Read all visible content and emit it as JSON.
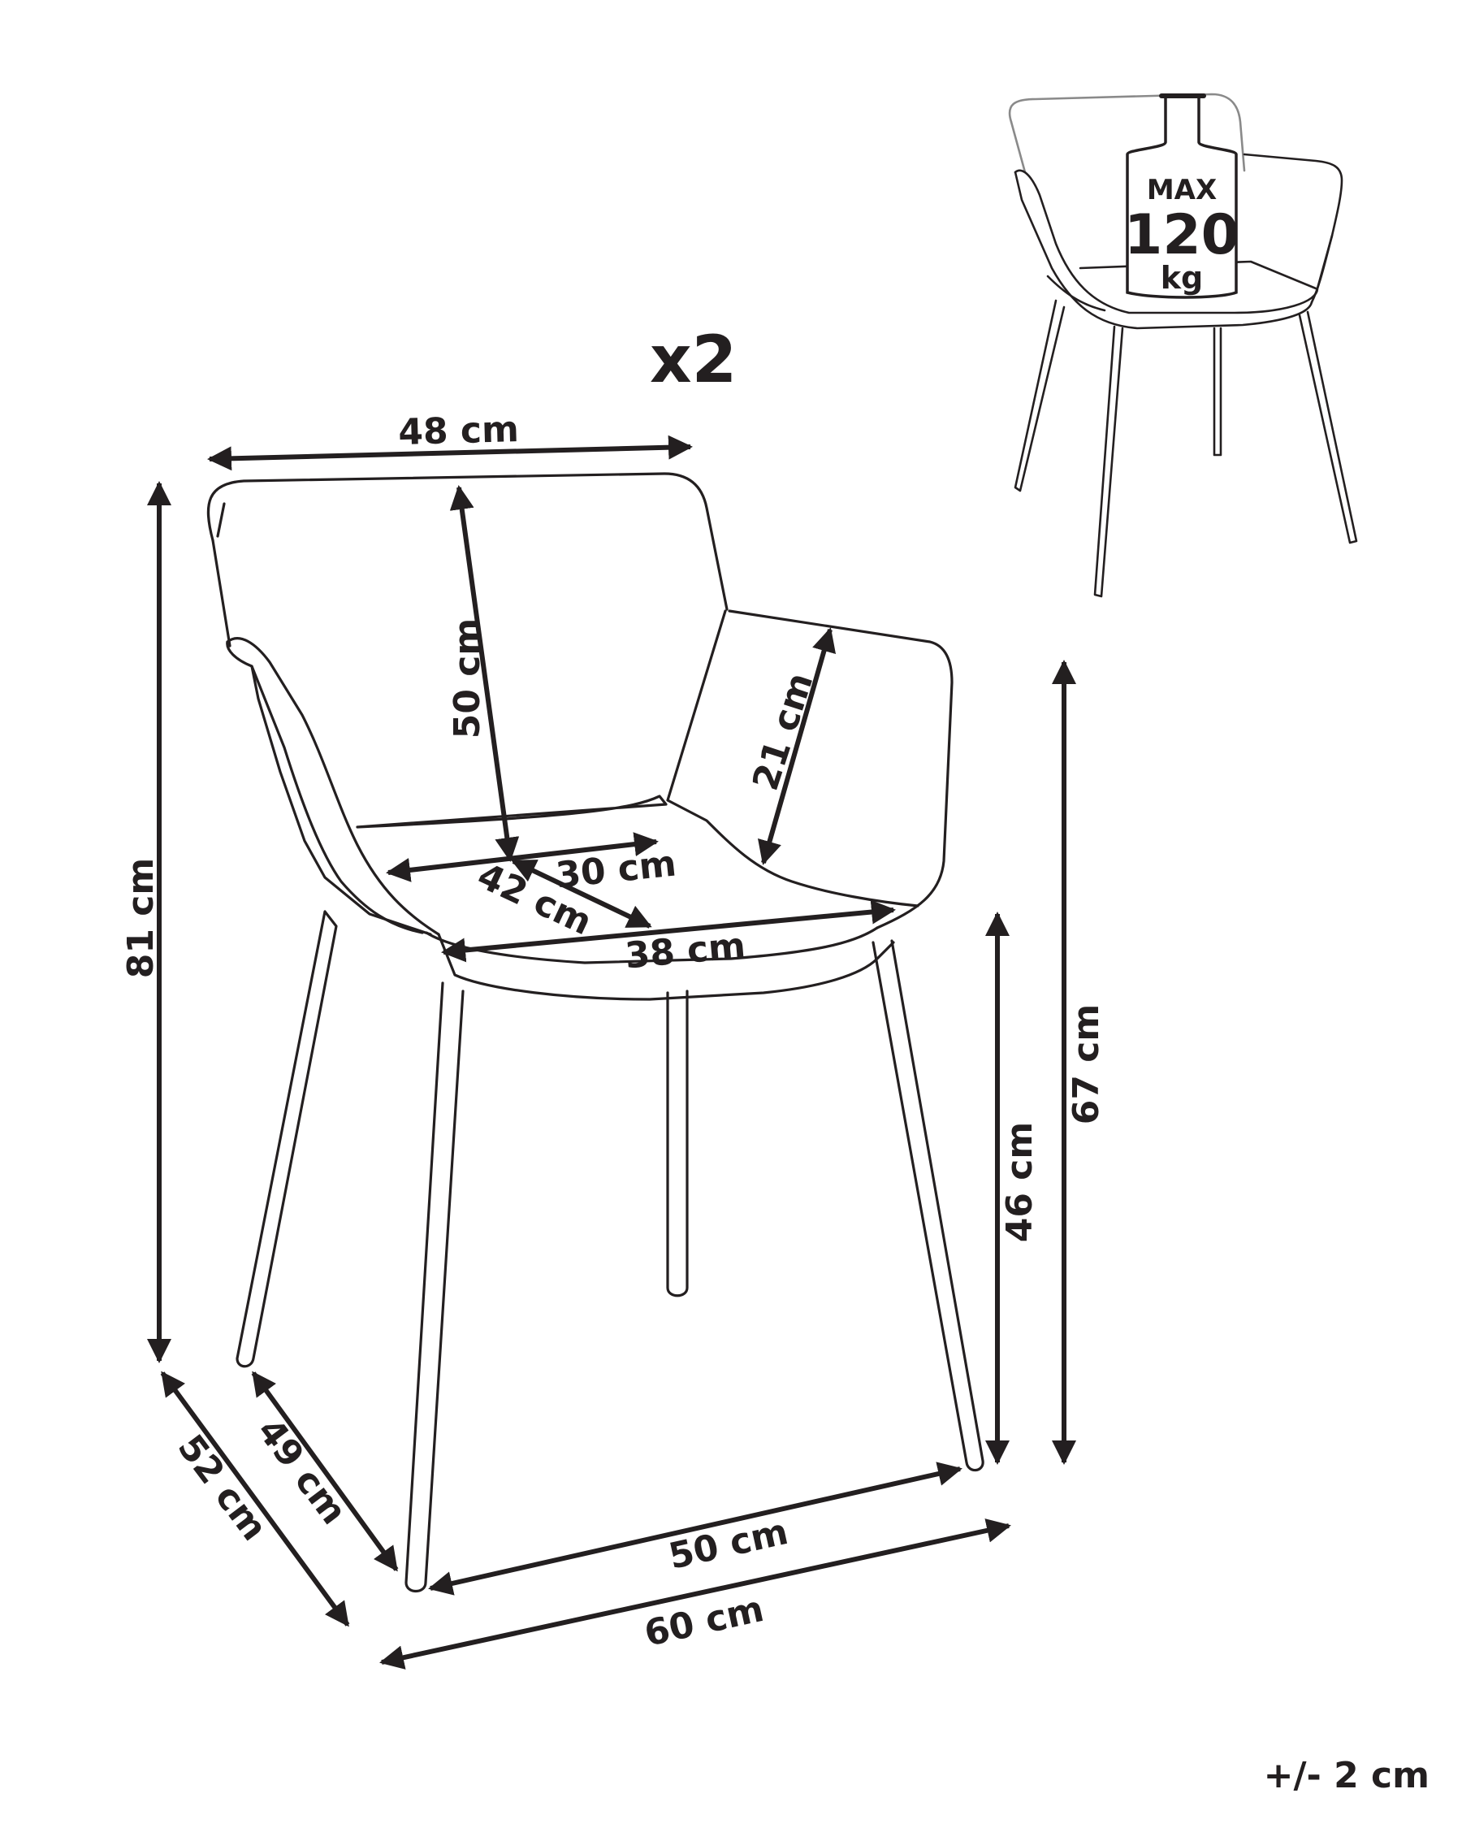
{
  "quantity": "x2",
  "tolerance": "+/- 2 cm",
  "max_load": {
    "line1": "MAX",
    "line2": "120",
    "line3": "kg"
  },
  "dimensions": {
    "top_width": "48 cm",
    "total_height": "81 cm",
    "back_height": "50 cm",
    "armrest_height": "21 cm",
    "seat_back_width": "30 cm",
    "seat_depth": "42 cm",
    "seat_front_width": "38 cm",
    "armrest_floor_height": "67 cm",
    "seat_height": "46 cm",
    "total_depth": "52 cm",
    "leg_depth": "49 cm",
    "leg_width": "50 cm",
    "total_width": "60 cm"
  }
}
